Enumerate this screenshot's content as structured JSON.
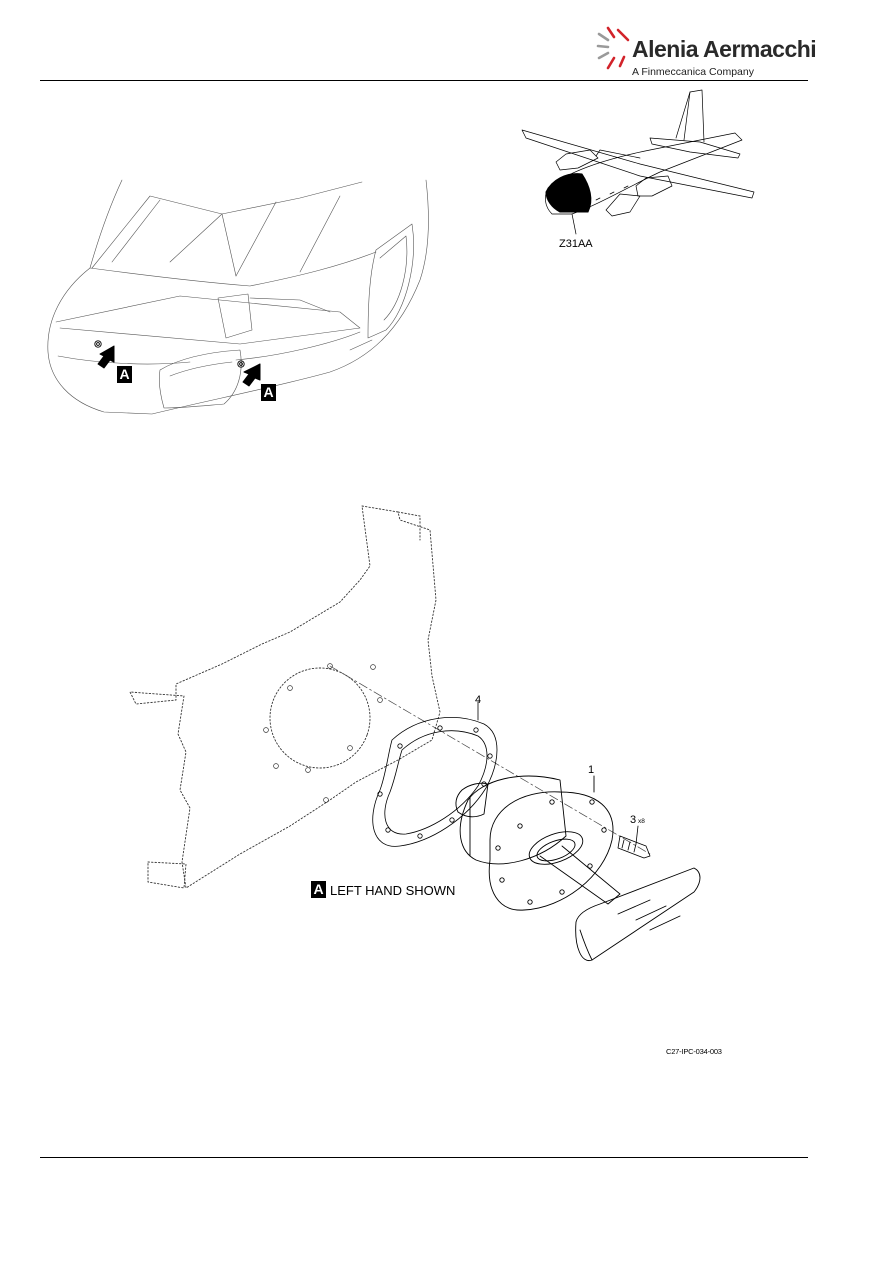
{
  "header": {
    "logo_name": "Alenia Aermacchi",
    "logo_tagline": "A Finmeccanica Company",
    "brand_colors": {
      "accent_red": "#d2232a",
      "accent_gray": "#9a9a9a"
    }
  },
  "locator": {
    "zone_label": "Z31AA"
  },
  "view_marker": {
    "letter": "A",
    "caption": "LEFT HAND SHOWN"
  },
  "items": {
    "gasket": "4",
    "probe": "1",
    "screw": "3",
    "screw_qty": "x8"
  },
  "figure_ref": "C27-IPC-034-003"
}
